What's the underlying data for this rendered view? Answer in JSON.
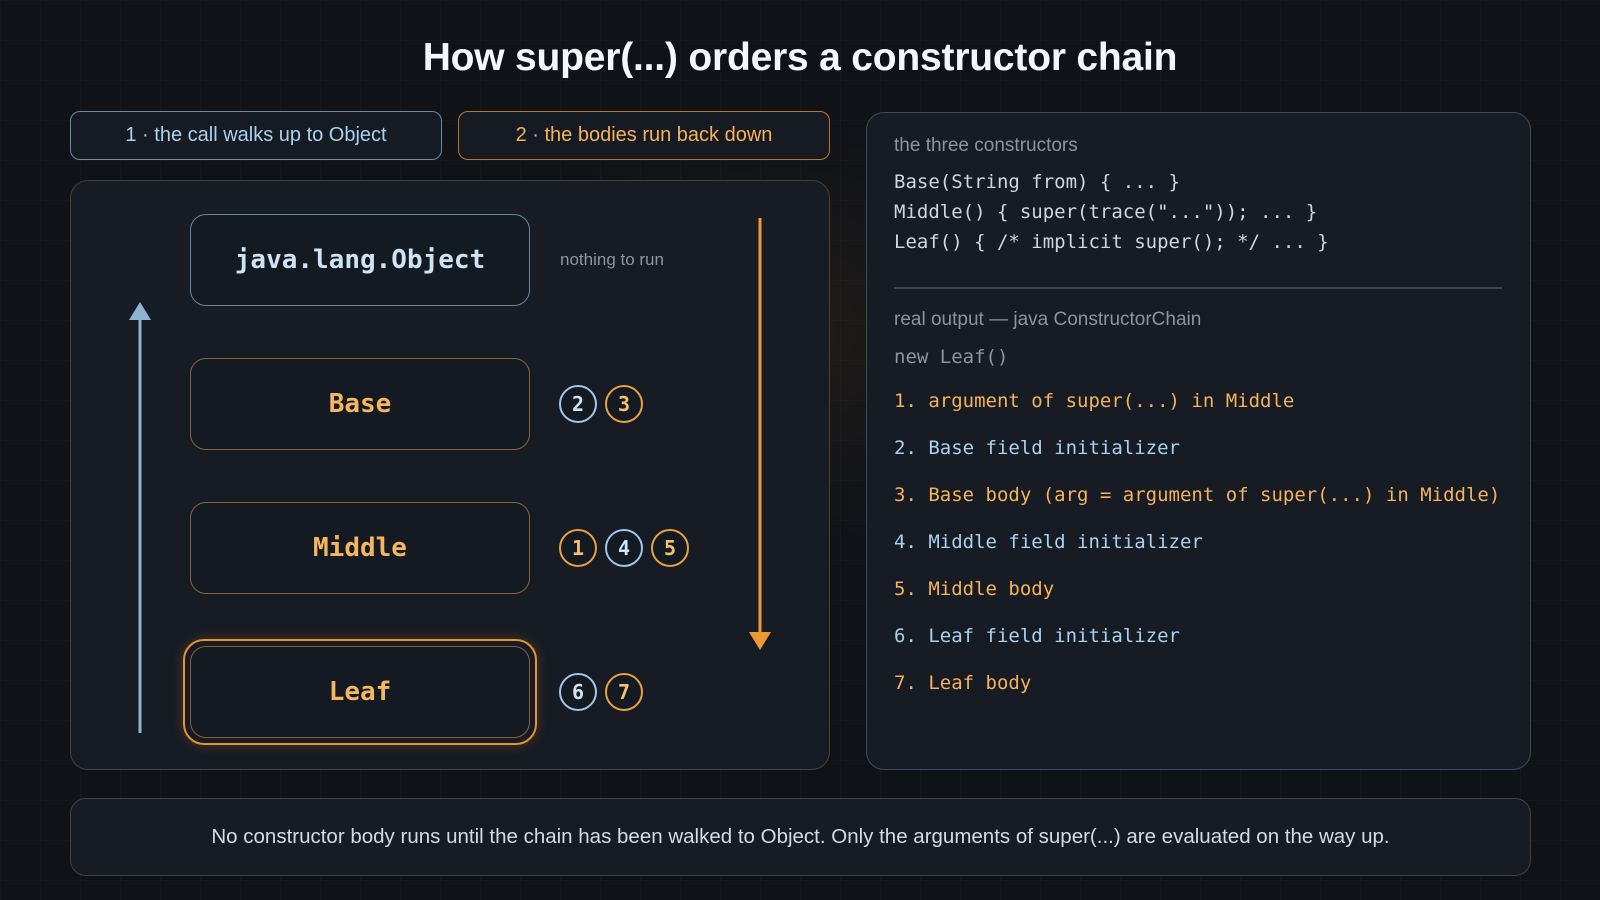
{
  "title": "How super(...) orders a constructor chain",
  "legend": {
    "up_label": "1 · the call walks up to Object",
    "down_label": "2 · the bodies run back down"
  },
  "colors": {
    "up_phase": "#a9d1f0",
    "down_phase": "#f6b25a",
    "background": "#0f1217",
    "panel": "#161b24"
  },
  "hierarchy": {
    "object": {
      "name": "java.lang.Object",
      "note": "nothing to run"
    },
    "base": {
      "name": "Base",
      "steps": [
        "2",
        "3"
      ]
    },
    "middle": {
      "name": "Middle",
      "steps": [
        "1",
        "4",
        "5"
      ]
    },
    "leaf": {
      "name": "Leaf",
      "steps": [
        "6",
        "7"
      ]
    }
  },
  "code": {
    "heading": "the three constructors",
    "lines": [
      "Base(String from) { ... }",
      "Middle() { super(trace(\"...\")); ... }",
      "Leaf() { /* implicit super(); */ ... }"
    ]
  },
  "output": {
    "heading": "real output — java ConstructorChain",
    "command": "new Leaf()",
    "lines": [
      "1. argument of super(...) in Middle",
      "2. Base field initializer",
      "3. Base body (arg = argument of super(...) in Middle)",
      "4. Middle field initializer",
      "5. Middle body",
      "6. Leaf field initializer",
      "7. Leaf body"
    ]
  },
  "footer": "No constructor body runs until the chain has been walked to Object. Only the arguments of super(...) are evaluated on the way up."
}
